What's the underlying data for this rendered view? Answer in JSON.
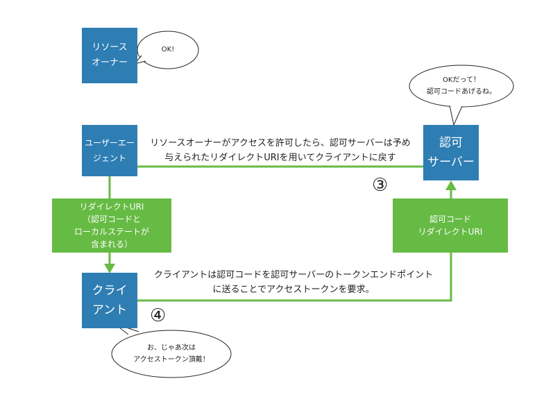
{
  "colors": {
    "actor_blue": "#2e7db3",
    "param_green": "#66bb44",
    "arrow_green": "#66bb44"
  },
  "actors": {
    "resource_owner": "リソース\nオーナー",
    "user_agent": "ユーザーエー\nジェント",
    "auth_server": "認可\nサーバー",
    "client": "クライ\nアント"
  },
  "bubbles": {
    "resource_owner": "OK!",
    "auth_server": "OKだって！\n認可コードあげるね。",
    "client": "お、じゃあ次は\nアクセストークン頂戴！"
  },
  "params": {
    "redirect_to_client": "リダイレクトURI\n（認可コードと\nローカルステートが\n含まれる）",
    "token_request": "認可コード\nリダイレクトURI"
  },
  "messages": {
    "redirect": "リソースオーナーがアクセスを許可したら、認可サーバーは予め\n与えられたリダイレクトURIを用いてクライアントに戻す",
    "token_request": "クライアントは認可コードを認可サーバーのトークンエンドポイント\nに送ることでアクセストークンを要求。"
  },
  "steps": {
    "step3": "③",
    "step4": "④"
  }
}
